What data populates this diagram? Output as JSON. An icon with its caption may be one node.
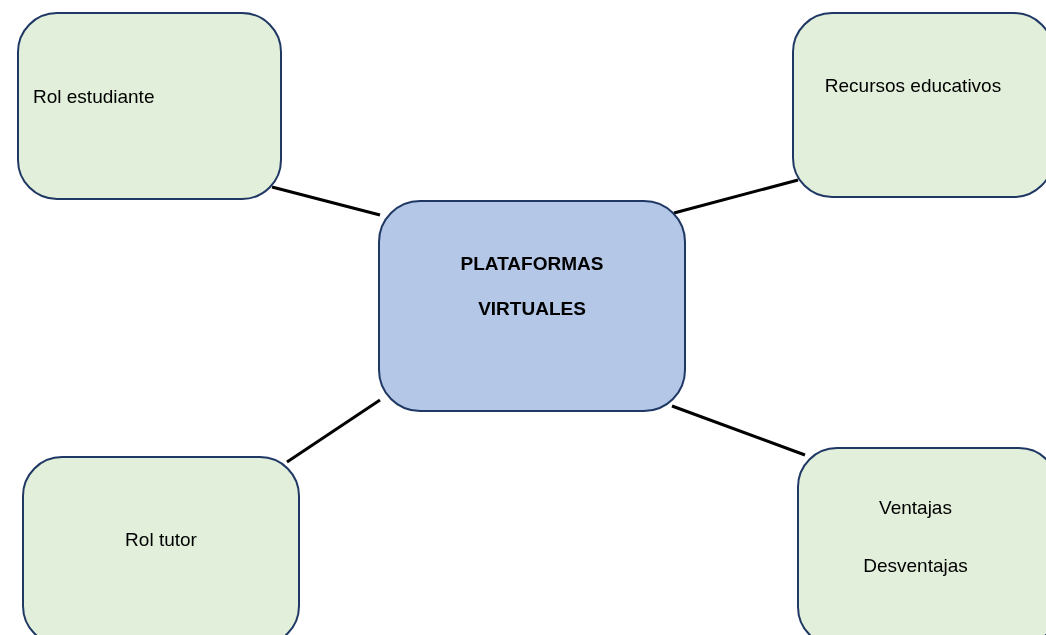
{
  "diagram": {
    "nodes": [
      {
        "text": [
          "Rol estudiante"
        ]
      },
      {
        "text": [
          "Recursos educativos"
        ]
      },
      {
        "text": [
          "PLATAFORMAS VIRTUALES"
        ]
      },
      {
        "text": [
          "Rol tutor"
        ]
      },
      {
        "text": [
          "Ventajas",
          "Desventajas"
        ]
      }
    ],
    "edges": [
      {
        "from": 2,
        "to": 0,
        "arrow": "none"
      },
      {
        "from": 2,
        "to": 1,
        "arrow": "none"
      },
      {
        "from": 2,
        "to": 3,
        "arrow": "none"
      },
      {
        "from": 2,
        "to": 4,
        "arrow": "none"
      }
    ]
  }
}
